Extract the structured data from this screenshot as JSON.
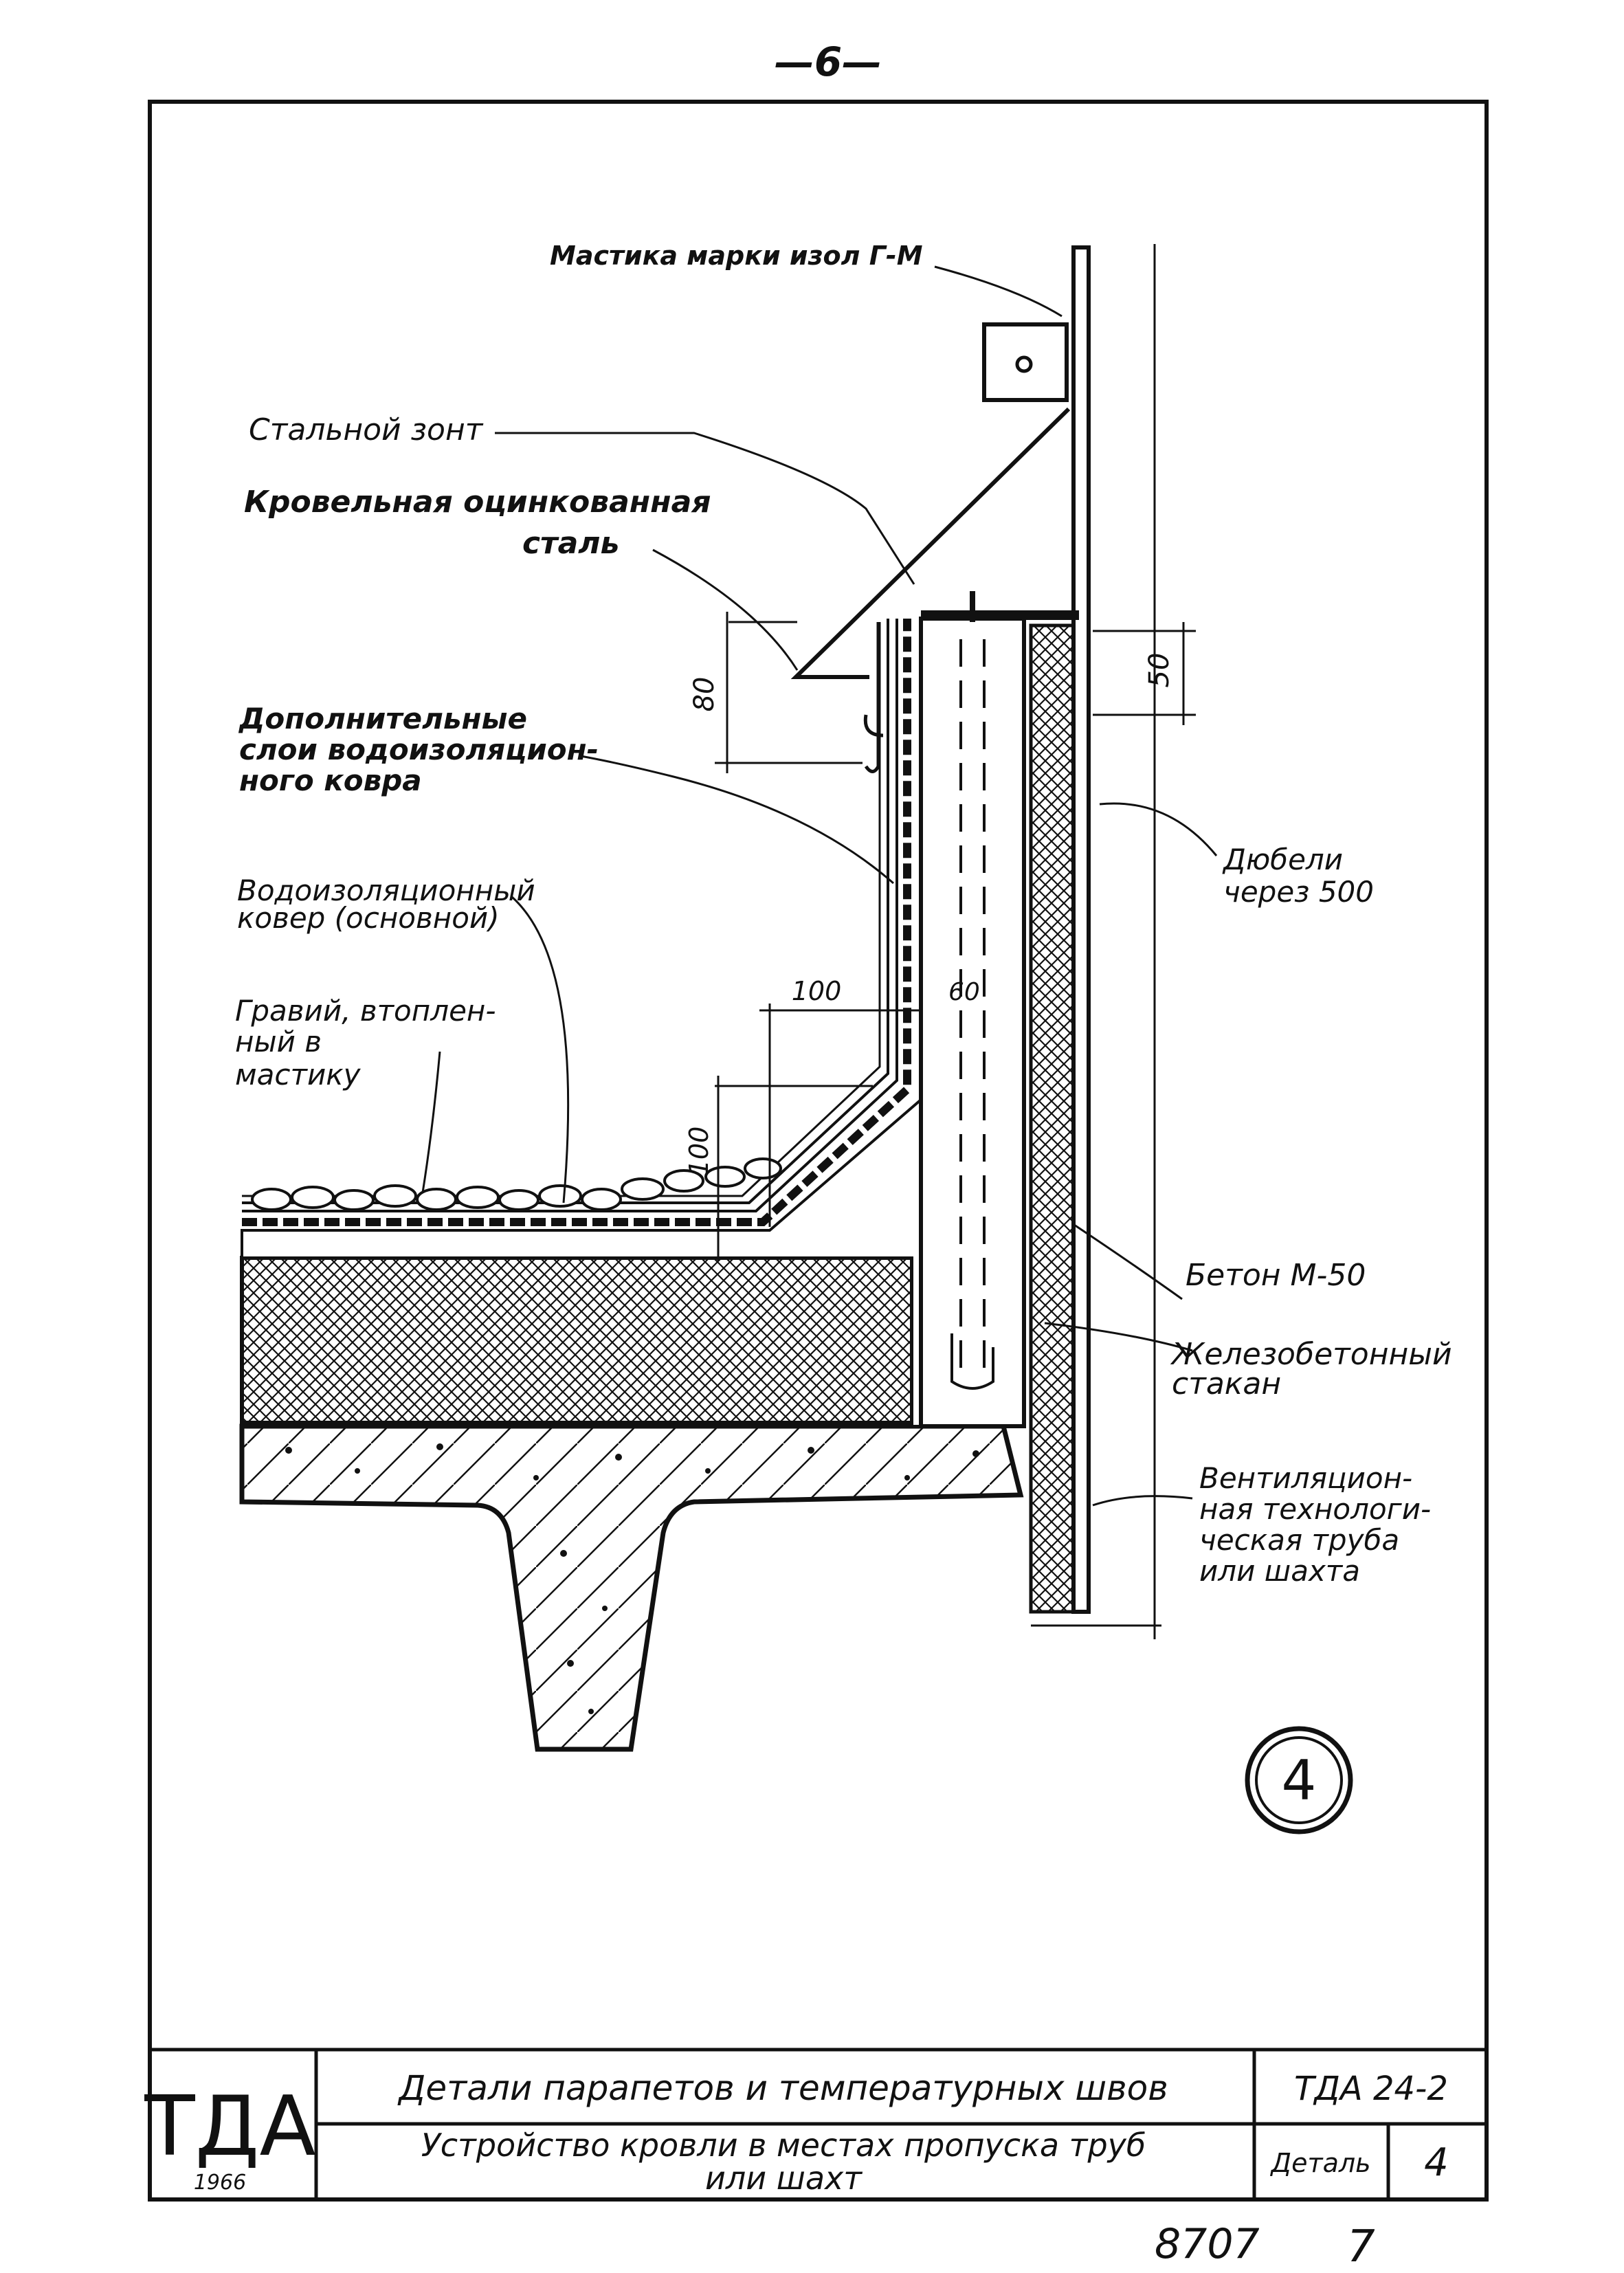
{
  "page_number": "—6—",
  "labels": {
    "mastic": "Мастика марки изол Г-М",
    "steel_umbrella": "Стальной зонт",
    "roof_steel_1": "Кровельная оцинкованная",
    "roof_steel_2": "сталь",
    "extra_layers_1": "Дополнительные",
    "extra_layers_2": "слои водоизоляцион-",
    "extra_layers_3": "ного ковра",
    "main_carpet_1": "Водоизоляционный",
    "main_carpet_2": "ковер (основной)",
    "gravel_1": "Гравий, втоплен-",
    "gravel_2": "ный в",
    "gravel_3": "мастику",
    "dowels_1": "Дюбели",
    "dowels_2": "через 500",
    "concrete": "Бетон М-50",
    "rc_sleeve_1": "Железобетонный",
    "rc_sleeve_2": "стакан",
    "vent_1": "Вентиляцион-",
    "vent_2": "ная технологи-",
    "vent_3": "ческая труба",
    "vent_4": "или шахта"
  },
  "dimensions": {
    "d80": "80",
    "d50": "50",
    "d100_h": "100",
    "d100_v": "100",
    "d60": "60"
  },
  "detail_marker": "4",
  "title_block": {
    "logo": "ТДА",
    "year": "1966",
    "title_line1": "Детали парапетов и температурных швов",
    "title_line2a": "Устройство кровли в местах пропуска труб",
    "title_line2b": "или шахт",
    "doc_code": "ТДА 24-2",
    "detail_label": "Деталь",
    "detail_number": "4"
  },
  "footer_stamp": "8707",
  "footer_mark": "7"
}
